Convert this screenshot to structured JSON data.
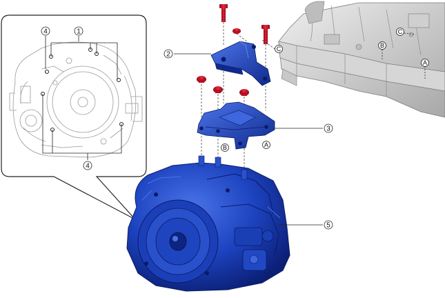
{
  "colors": {
    "part_blue": "#1a3fb5",
    "part_blue_dark": "#0d2580",
    "part_blue_light": "#3e66dd",
    "bolt_red": "#d8122a",
    "line_gray": "#555555",
    "frame_gray": "#c9c9c9"
  },
  "callouts": {
    "n1": "1",
    "n2": "2",
    "n3": "3",
    "n4_top": "4",
    "n4_bottom": "4",
    "n5": "5",
    "a_bracket": "A",
    "b_bracket": "B",
    "c_bracket": "C",
    "a_frame": "A",
    "b_frame": "B",
    "c_frame": "C"
  },
  "icons": {
    "inset_view": "transaxle-side-view-icon",
    "bolt": "mounting-bolt-icon",
    "bracket_upper": "upper-bracket-icon",
    "bracket_lower": "transaxle-mount-bracket-icon",
    "transaxle": "transaxle-assembly-icon",
    "frame": "side-member-frame-icon"
  }
}
